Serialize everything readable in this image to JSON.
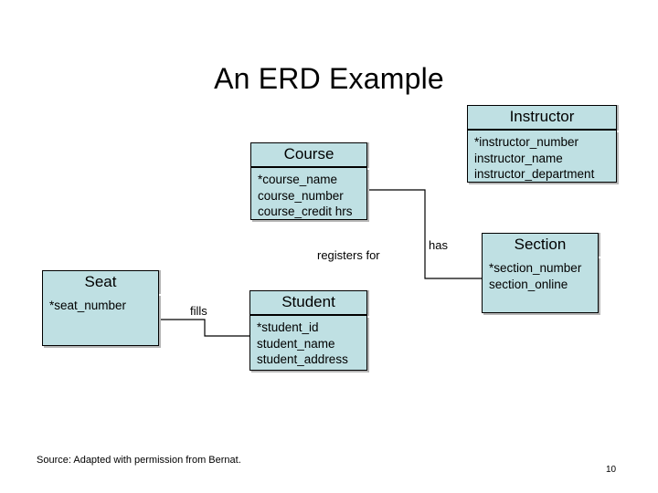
{
  "slide": {
    "title": "An ERD Example",
    "source_note": "Source:  Adapted with permission from Bernat.",
    "page_number": "10"
  },
  "theme": {
    "entity_fill": "#bfe0e3",
    "entity_border": "#000000",
    "shadow": "#b6b6b6",
    "text": "#000000",
    "background": "#ffffff"
  },
  "diagram": {
    "type": "entity-relationship-diagram",
    "entities": [
      {
        "name": "Course",
        "title": "Course",
        "attributes": [
          "*course_name",
          "course_number",
          "course_credit hrs"
        ]
      },
      {
        "name": "Instructor",
        "title": "Instructor",
        "attributes": [
          "*instructor_number",
          "instructor_name",
          "instructor_department"
        ]
      },
      {
        "name": "Section",
        "title": "Section",
        "attributes": [
          "*section_number",
          "section_online"
        ]
      },
      {
        "name": "Student",
        "title": "Student",
        "attributes": [
          "*student_id",
          "student_name",
          "student_address"
        ]
      },
      {
        "name": "Seat",
        "title": "Seat",
        "attributes": [
          "*seat_number"
        ]
      }
    ],
    "relationships": [
      {
        "label": "has",
        "from": "Course",
        "to": "Section"
      },
      {
        "label": "registers for",
        "from": "Student",
        "to": "Course"
      },
      {
        "label": "fills",
        "from": "Seat",
        "to": "Student"
      }
    ]
  }
}
